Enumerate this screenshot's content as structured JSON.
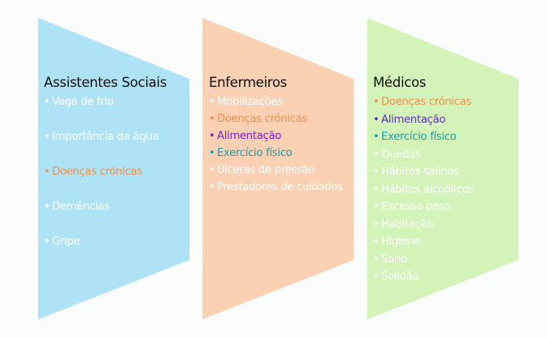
{
  "panels": [
    {
      "title": "Assistentes Sociais",
      "fill": "#aee2f7",
      "items": [
        {
          "text": "Vaga de frio",
          "color": "#ffffff"
        },
        {
          "text": "Importância da água",
          "color": "#ffffff"
        },
        {
          "text": "Doenças crónicas",
          "color": "#f0904a"
        },
        {
          "text": "Demências",
          "color": "#ffffff"
        },
        {
          "text": "Gripe",
          "color": "#ffffff"
        }
      ]
    },
    {
      "title": "Enfermeiros",
      "fill": "#fbd0b3",
      "items": [
        {
          "text": "Mobilizações",
          "color": "#ffffff"
        },
        {
          "text": "Doenças crónicas",
          "color": "#f0904a"
        },
        {
          "text": "Alimentação",
          "color": "#7a22c8"
        },
        {
          "text": "Exercício físico",
          "color": "#16a0ae"
        },
        {
          "text": "Úlceras de pressão",
          "color": "#ffffff"
        },
        {
          "text": "Prestadores de cuidados",
          "color": "#ffffff"
        }
      ]
    },
    {
      "title": "Médicos",
      "fill": "#d3f3b8",
      "items": [
        {
          "text": "Doenças crónicas",
          "color": "#f0904a"
        },
        {
          "text": "Alimentação",
          "color": "#5a30c4"
        },
        {
          "text": "Exercício físico",
          "color": "#16a0ae"
        },
        {
          "text": "Quedas",
          "color": "#ffffff"
        },
        {
          "text": "Hábitos salinos",
          "color": "#ffffff"
        },
        {
          "text": "Hábitos alcoólicos",
          "color": "#ffffff"
        },
        {
          "text": "Excesso peso",
          "color": "#ffffff"
        },
        {
          "text": "Habitação",
          "color": "#ffffff"
        },
        {
          "text": "Higiene",
          "color": "#ffffff"
        },
        {
          "text": "Sono",
          "color": "#ffffff"
        },
        {
          "text": "Solidão",
          "color": "#ffffff"
        }
      ]
    }
  ]
}
